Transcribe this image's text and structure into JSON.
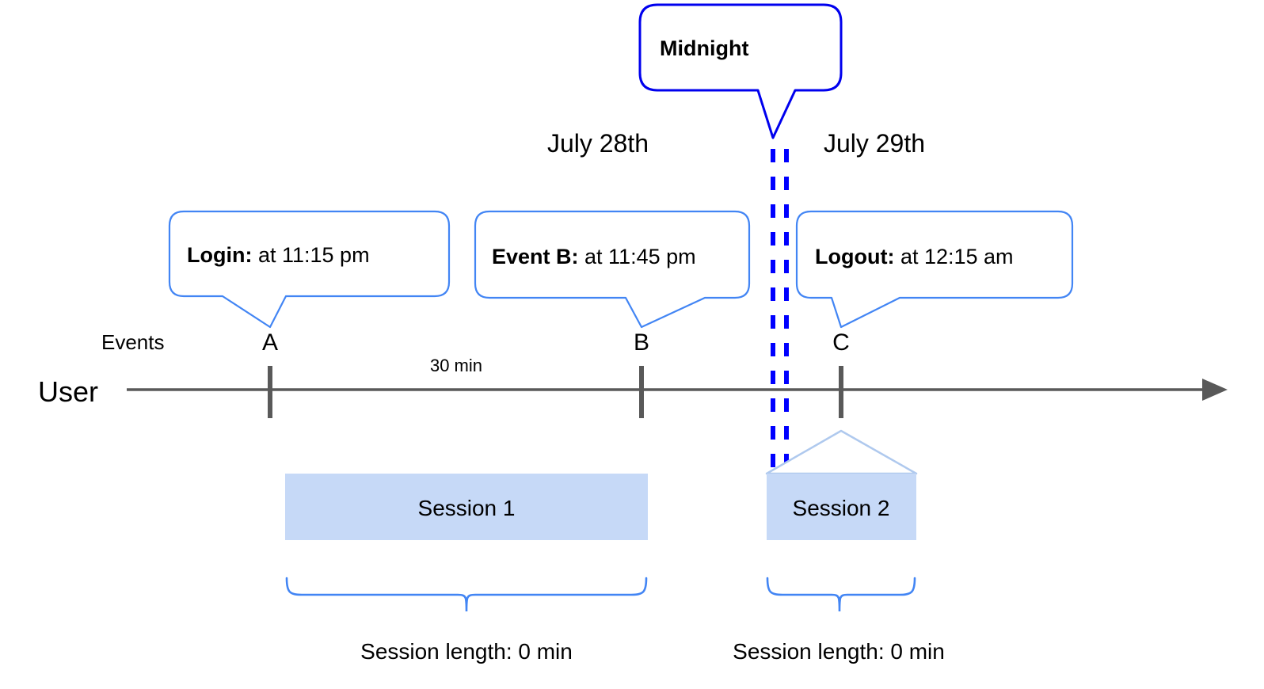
{
  "diagram": {
    "title_callout": {
      "label": "Midnight",
      "border_color": "#0000EE"
    },
    "dates": [
      {
        "label": "July 28th"
      },
      {
        "label": "July 29th"
      }
    ],
    "event_callouts": [
      {
        "bold": "Login:",
        "rest": " at 11:15 pm"
      },
      {
        "bold": "Event B:",
        "rest": " at 11:45 pm"
      },
      {
        "bold": "Logout:",
        "rest": " at 12:15 am"
      }
    ],
    "lane_labels": {
      "events": "Events",
      "user": "User"
    },
    "markers": [
      {
        "label": "A"
      },
      {
        "label": "B"
      },
      {
        "label": "C"
      }
    ],
    "durations": [
      {
        "label": "30 min"
      }
    ],
    "sessions": [
      {
        "label": "Session 1",
        "length_label": "Session length: 0 min"
      },
      {
        "label": "Session 2",
        "length_label": "Session length: 0 min"
      }
    ],
    "colors": {
      "callout_border": "#4285F4",
      "midnight_border": "#0000EE",
      "midnight_dash": "#0000FF",
      "timeline": "#595959",
      "marker_tick": "#595959",
      "session_fill": "#C6D9F7",
      "session_stroke": "#AFC9EE",
      "brace": "#4285F4",
      "text": "#000000"
    }
  }
}
